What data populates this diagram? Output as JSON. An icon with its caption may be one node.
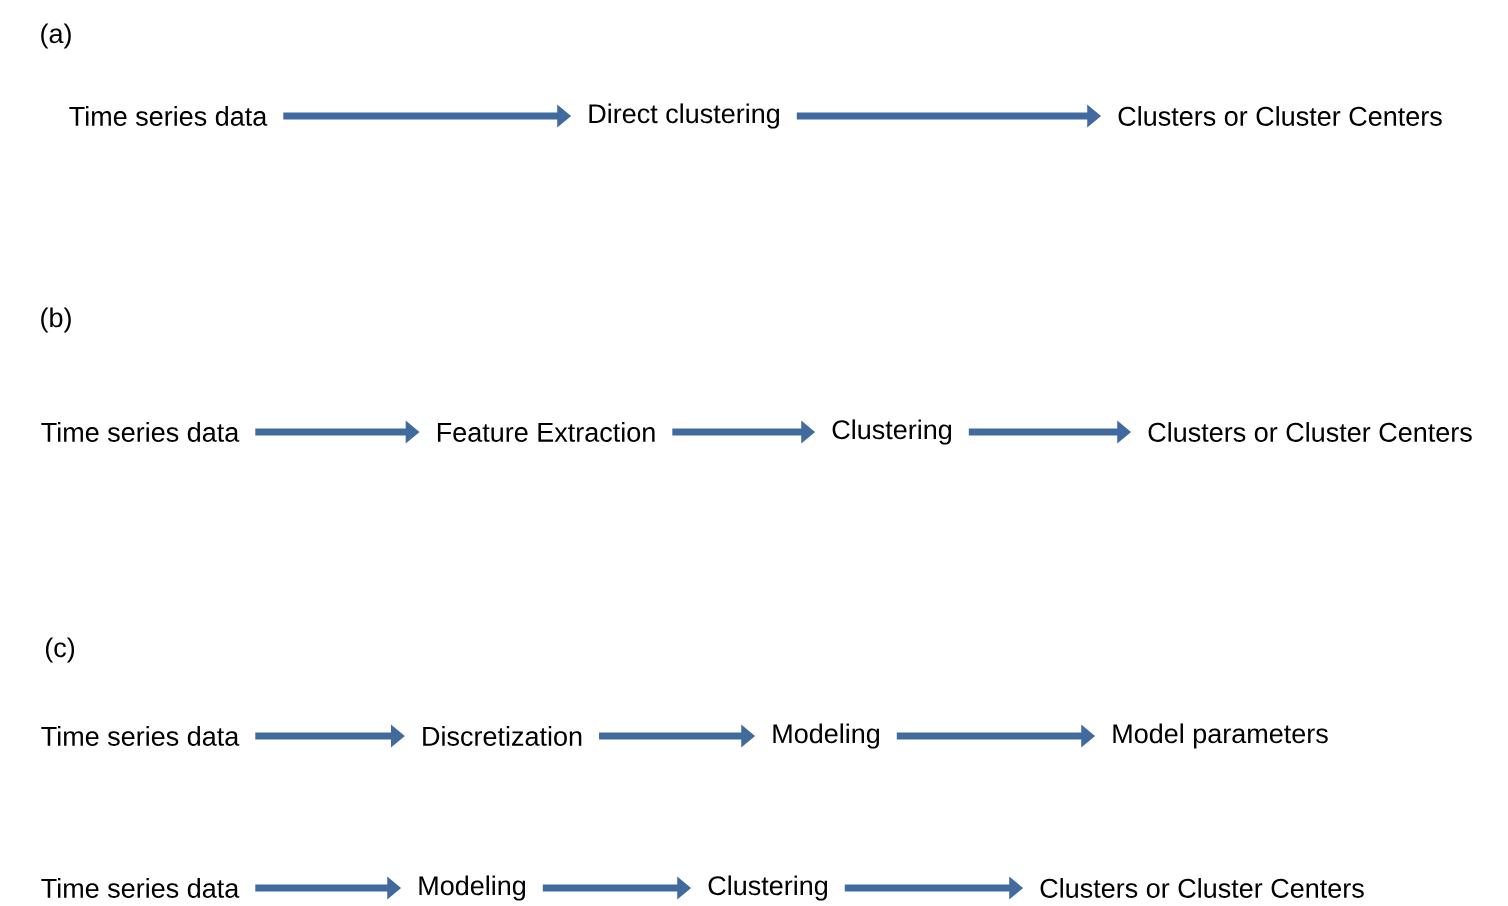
{
  "diagram": {
    "nodes": [
      {
        "text": [
          "Time series data"
        ]
      },
      {
        "text": [
          "Direct clustering"
        ]
      },
      {
        "text": [
          "Clusters or Cluster Centers"
        ]
      },
      {
        "text": [
          "Time series data"
        ]
      },
      {
        "text": [
          "Feature Extraction"
        ]
      },
      {
        "text": [
          "Clustering"
        ]
      },
      {
        "text": [
          "Clusters or Cluster Centers"
        ]
      },
      {
        "text": [
          "Time series data"
        ]
      },
      {
        "text": [
          "Discretization"
        ]
      },
      {
        "text": [
          "Modeling"
        ]
      },
      {
        "text": [
          "Model parameters"
        ]
      },
      {
        "text": [
          "Time series data"
        ]
      },
      {
        "text": [
          "Modeling"
        ]
      },
      {
        "text": [
          "Clustering"
        ]
      },
      {
        "text": [
          "Clusters or Cluster Centers"
        ]
      }
    ],
    "edges": [
      {
        "from": 0,
        "to": 1,
        "arrow": "to"
      },
      {
        "from": 1,
        "to": 2,
        "arrow": "to"
      },
      {
        "from": 3,
        "to": 4,
        "arrow": "to"
      },
      {
        "from": 4,
        "to": 5,
        "arrow": "to"
      },
      {
        "from": 5,
        "to": 6,
        "arrow": "to"
      },
      {
        "from": 7,
        "to": 8,
        "arrow": "to"
      },
      {
        "from": 8,
        "to": 9,
        "arrow": "to"
      },
      {
        "from": 9,
        "to": 10,
        "arrow": "to"
      },
      {
        "from": 11,
        "to": 12,
        "arrow": "to"
      },
      {
        "from": 12,
        "to": 13,
        "arrow": "to"
      },
      {
        "from": 13,
        "to": 14,
        "arrow": "to"
      }
    ],
    "labels": [
      "(a)",
      "(b)",
      "(c)"
    ]
  }
}
